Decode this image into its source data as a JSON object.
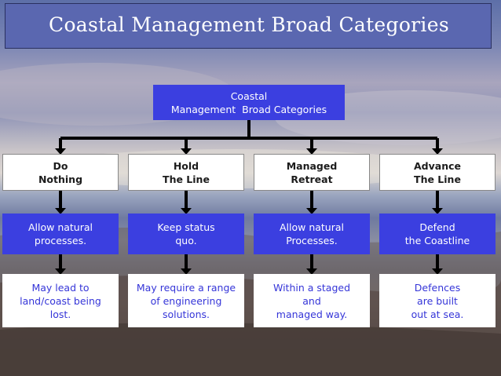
{
  "title": "Coastal Management Broad Categories",
  "root_box": {
    "line1": "Coastal",
    "line2": "Management  Broad Categories"
  },
  "columns": [
    {
      "category": [
        "Do",
        "Nothing"
      ],
      "action": [
        "Allow natural",
        "processes."
      ],
      "result": [
        "May lead to",
        "land/coast being",
        "lost."
      ]
    },
    {
      "category": [
        "Hold",
        "The Line"
      ],
      "action": [
        "Keep status",
        "quo."
      ],
      "result": [
        "May require a range",
        "of engineering",
        "solutions."
      ]
    },
    {
      "category": [
        "Managed",
        "Retreat"
      ],
      "action": [
        "Allow natural",
        "Processes."
      ],
      "result": [
        "Within a staged",
        "and",
        "managed way."
      ]
    },
    {
      "category": [
        "Advance",
        "The Line"
      ],
      "action": [
        "Defend",
        "the Coastline"
      ],
      "result": [
        "Defences",
        "are built",
        "out at sea."
      ]
    }
  ],
  "colors": {
    "title_bar": "#5a67b0",
    "box_blue": "#3b3fe0",
    "box_white": "#ffffff",
    "result_text": "#3535d8",
    "connector": "#000000"
  }
}
